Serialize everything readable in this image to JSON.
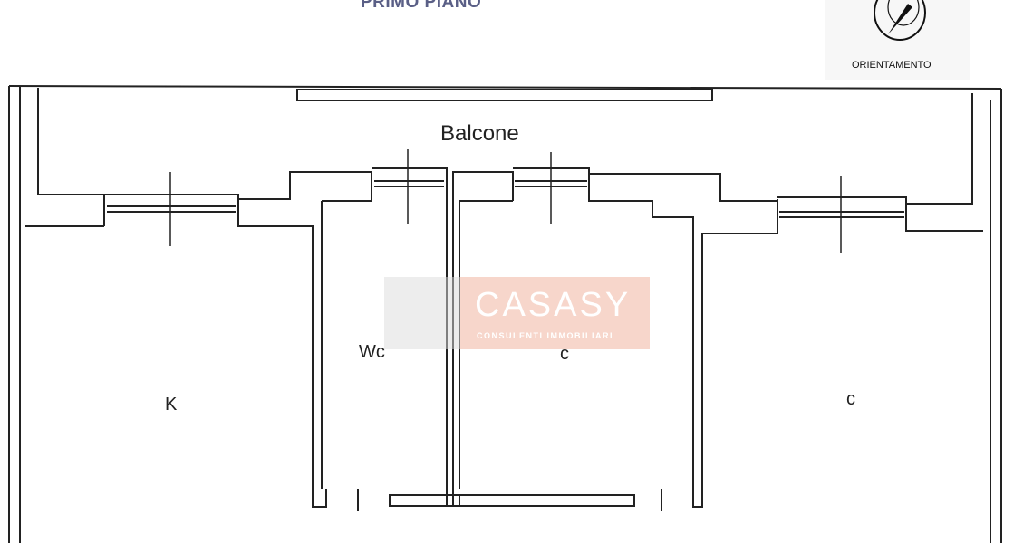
{
  "title": "PRIMO PIANO",
  "compass": {
    "label": "ORIENTAMENTO",
    "icon": "north-arrow-icon"
  },
  "rooms": {
    "balcony": "Balcone",
    "wc": "Wc",
    "kitchen": "K",
    "room1": "c",
    "room2": "c"
  },
  "watermark": {
    "name": "CASASY",
    "subtitle": "CONSULENTI IMMOBILIARI",
    "color": "#f0b4a0"
  }
}
